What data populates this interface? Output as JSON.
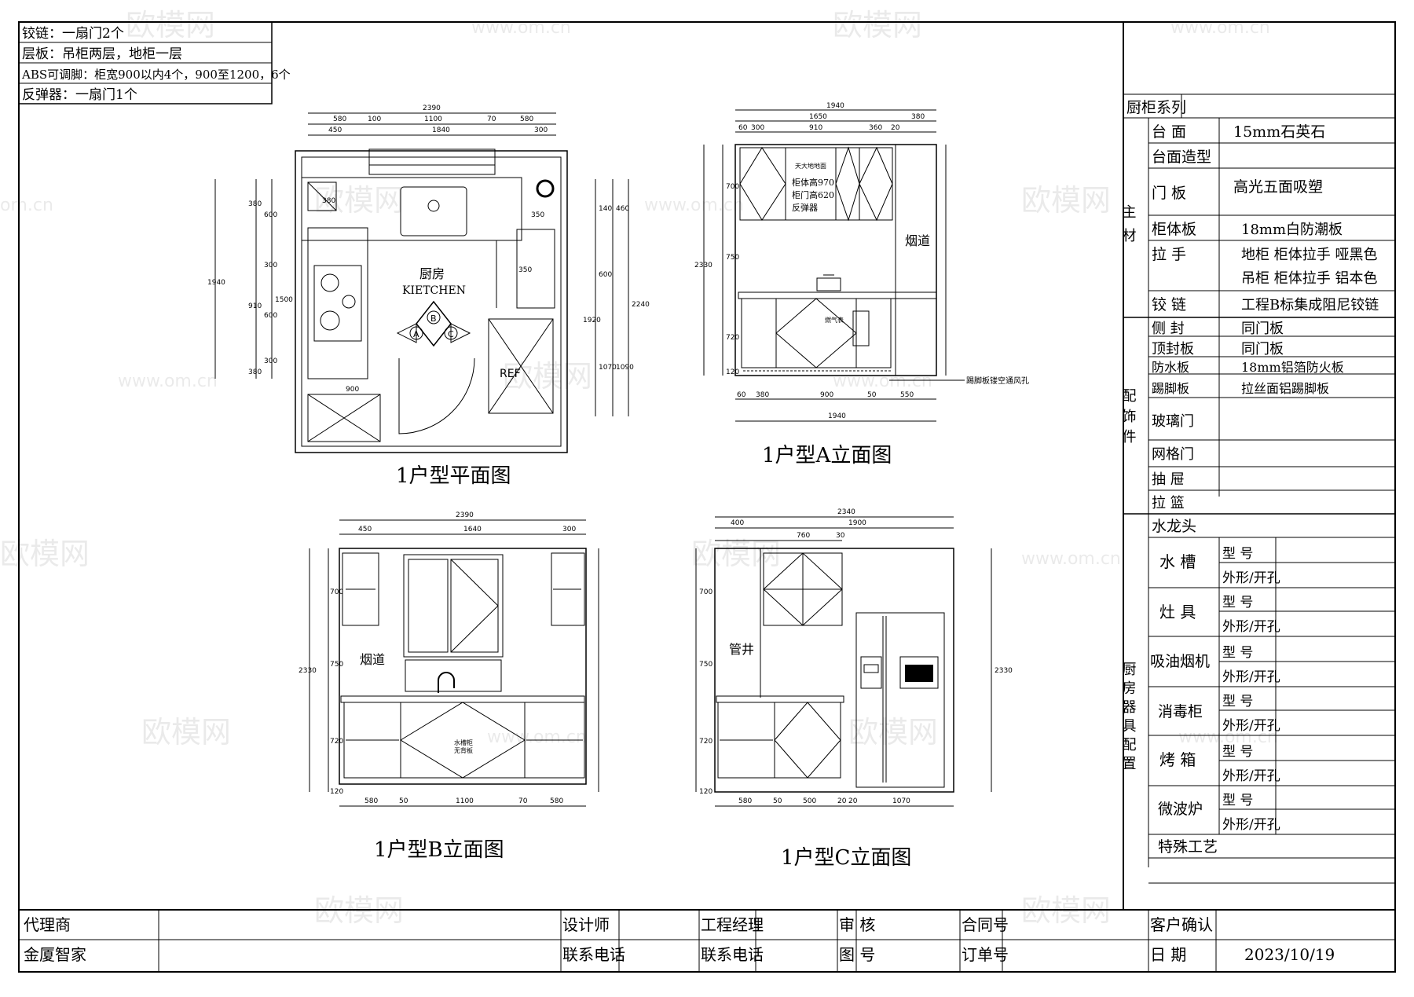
{
  "notes": [
    "铰链：一扇门2个",
    "层板：吊柜两层，地柜一层",
    "ABS可调脚：柜宽900以内4个，900至1200，6个",
    "反弹器：一扇门1个"
  ],
  "views": {
    "plan": {
      "title": "1户型平面图",
      "room_cn": "厨房",
      "room_en": "KIETCHEN",
      "ref": "REF",
      "dims_top": [
        "2390",
        "580",
        "100",
        "1100",
        "70",
        "580",
        "450",
        "1840",
        "300"
      ],
      "dims_left": [
        "1940",
        "380",
        "600",
        "300",
        "1500",
        "910",
        "600",
        "300",
        "380"
      ],
      "dims_right": [
        "140",
        "460",
        "600",
        "1920",
        "1070",
        "2240",
        "1090"
      ],
      "dims_misc": [
        "350",
        "350",
        "380",
        "900"
      ]
    },
    "elevA": {
      "title": "1户型A立面图",
      "flue": "烟道",
      "cabinet_note": [
        "天大地地面",
        "柜体高970",
        "柜门高620",
        "反弹器"
      ],
      "vent_note": "燃气表",
      "bottom_note": "踢脚板镂空通风孔",
      "dims_top": [
        "1940",
        "1650",
        "380",
        "60",
        "300",
        "910",
        "360",
        "20"
      ],
      "dims_bottom": [
        "60",
        "380",
        "900",
        "50",
        "550",
        "1940"
      ],
      "dims_side": [
        "700",
        "2330",
        "750",
        "720",
        "120"
      ]
    },
    "elevB": {
      "title": "1户型B立面图",
      "flue": "烟道",
      "sink_note": [
        "水槽柜",
        "无背板"
      ],
      "dims_top": [
        "2390",
        "450",
        "1640",
        "300"
      ],
      "dims_bottom": [
        "580",
        "50",
        "1100",
        "70",
        "580"
      ],
      "dims_side": [
        "700",
        "2330",
        "750",
        "720",
        "120"
      ]
    },
    "elevC": {
      "title": "1户型C立面图",
      "pipe": "管井",
      "dims_top": [
        "2340",
        "1900",
        "400",
        "760",
        "30"
      ],
      "dims_bottom": [
        "580",
        "50",
        "500",
        "20",
        "20",
        "1070"
      ],
      "dims_side": [
        "700",
        "750",
        "720",
        "120",
        "2330"
      ]
    }
  },
  "spec_table": {
    "header": "厨柜系列",
    "main_group": "主材",
    "main_rows": [
      {
        "label": "台  面",
        "value": "15mm石英石"
      },
      {
        "label": "台面造型",
        "value": ""
      },
      {
        "label": "门  板",
        "value": "高光五面吸塑"
      },
      {
        "label": "柜体板",
        "value": "18mm白防潮板"
      },
      {
        "label": "拉  手",
        "value": "地柜 柜体拉手 哑黑色",
        "value2": "吊柜 柜体拉手 铝本色"
      },
      {
        "label": "铰  链",
        "value": "工程B标集成阻尼铰链"
      }
    ],
    "fitting_group": "配饰件",
    "fitting_rows": [
      {
        "label": "侧  封",
        "value": "同门板"
      },
      {
        "label": "顶封板",
        "value": "同门板"
      },
      {
        "label": "防水板",
        "value": "18mm铝箔防火板"
      },
      {
        "label": "踢脚板",
        "value": "拉丝面铝踢脚板"
      },
      {
        "label": "玻璃门",
        "value": ""
      },
      {
        "label": "网格门",
        "value": ""
      },
      {
        "label": "抽  屉",
        "value": ""
      },
      {
        "label": "拉  篮",
        "value": ""
      }
    ],
    "appliance_group": "厨房器具配置",
    "faucet": "水龙头",
    "appliances": [
      "水  槽",
      "灶  具",
      "吸油烟机",
      "消毒柜",
      "烤  箱",
      "微波炉"
    ],
    "model_label": "型  号",
    "shape_label": "外形/开孔",
    "special": "特殊工艺"
  },
  "title_block": {
    "agent_label": "代理商",
    "agent_value": "金厦智家",
    "designer": "设计师",
    "designer_phone": "联系电话",
    "pm": "工程经理",
    "pm_phone": "联系电话",
    "review": "审  核",
    "drawing_no": "图  号",
    "contract_no": "合同号",
    "order_no": "订单号",
    "customer": "客户确认",
    "date_label": "日  期",
    "date_value": "2023/10/19"
  },
  "watermarks": [
    "欧模网",
    "www.om.cn",
    "om.cn"
  ]
}
